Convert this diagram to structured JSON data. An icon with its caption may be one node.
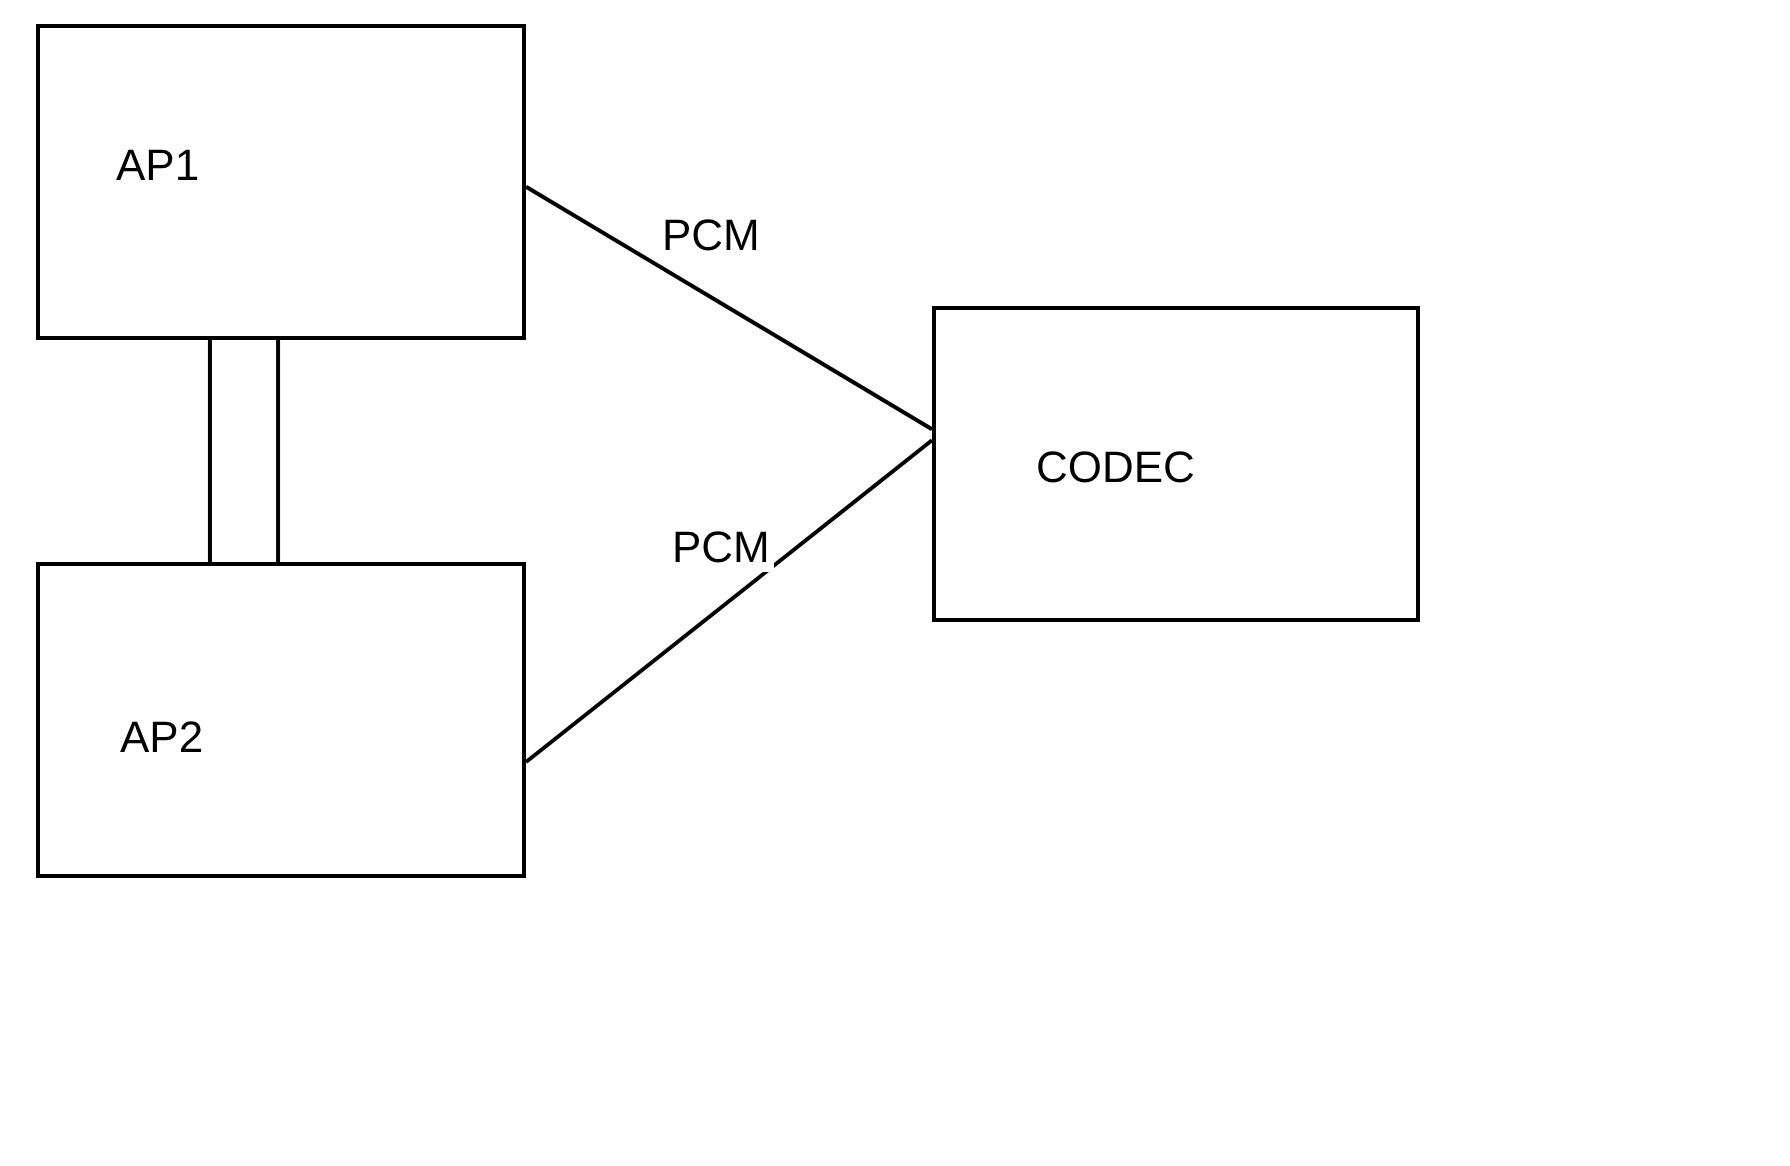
{
  "diagram": {
    "nodes": [
      {
        "text": [
          "AP1"
        ]
      },
      {
        "text": [
          "AP2"
        ]
      },
      {
        "text": [
          "CODEC"
        ]
      }
    ],
    "edges": [
      {
        "from": 0,
        "to": 1,
        "arrow": "none"
      },
      {
        "from": 0,
        "to": 1,
        "arrow": "none"
      },
      {
        "from": 0,
        "to": 2,
        "arrow": "none",
        "label": "PCM"
      },
      {
        "from": 1,
        "to": 2,
        "arrow": "none",
        "label": "PCM"
      }
    ]
  }
}
